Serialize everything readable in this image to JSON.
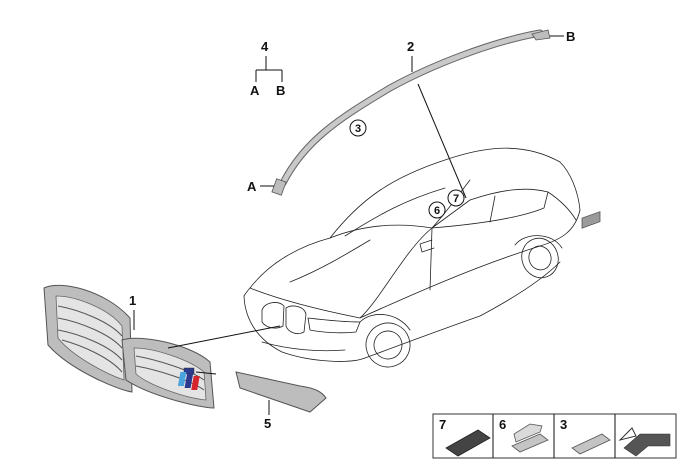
{
  "callouts": {
    "part_1": "1",
    "part_2": "2",
    "part_4": "4",
    "part_5": "5",
    "ref_a": "A",
    "ref_b": "B",
    "group_a": "A",
    "group_b": "B",
    "end_a": "A",
    "end_b": "B"
  },
  "circled": {
    "c3": "3",
    "c6": "6",
    "c7": "7"
  },
  "legend": {
    "item_7": "7",
    "item_6": "6",
    "item_3": "3"
  },
  "colors": {
    "m_stripe_light_blue": "#4aa3df",
    "m_stripe_dark_blue": "#2b3a8c",
    "m_stripe_red": "#d6262b",
    "part_gray": "#b8b8b8"
  },
  "icons": [
    "roof-rail-strip",
    "vehicle-body-outline",
    "kidney-grille",
    "m-badge",
    "foam-pad",
    "clip",
    "clip-holder",
    "arrow"
  ]
}
